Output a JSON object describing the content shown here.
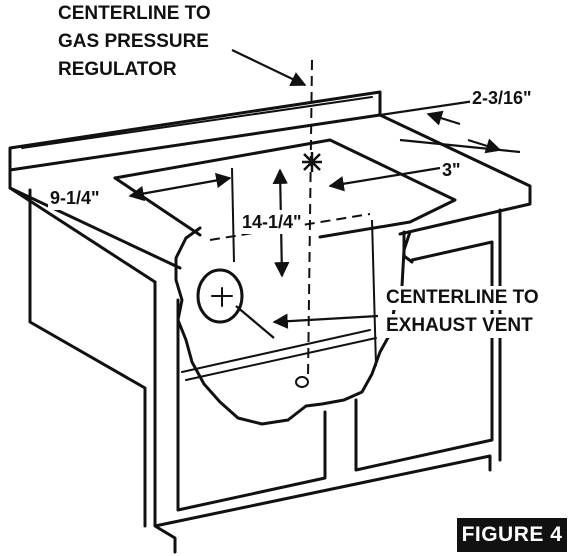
{
  "labels": {
    "gas_regulator_line1": "CENTERLINE TO",
    "gas_regulator_line2": "GAS PRESSURE",
    "gas_regulator_line3": "REGULATOR",
    "exhaust_line1": "CENTERLINE TO",
    "exhaust_line2": "EXHAUST VENT",
    "dim_left": "9-1/4\"",
    "dim_vertical": "14-1/4\"",
    "dim_top_right": "2-3/16\"",
    "dim_right": "3\"",
    "figure": "FIGURE 4"
  },
  "colors": {
    "ink": "#111111",
    "paper": "#ffffff"
  }
}
